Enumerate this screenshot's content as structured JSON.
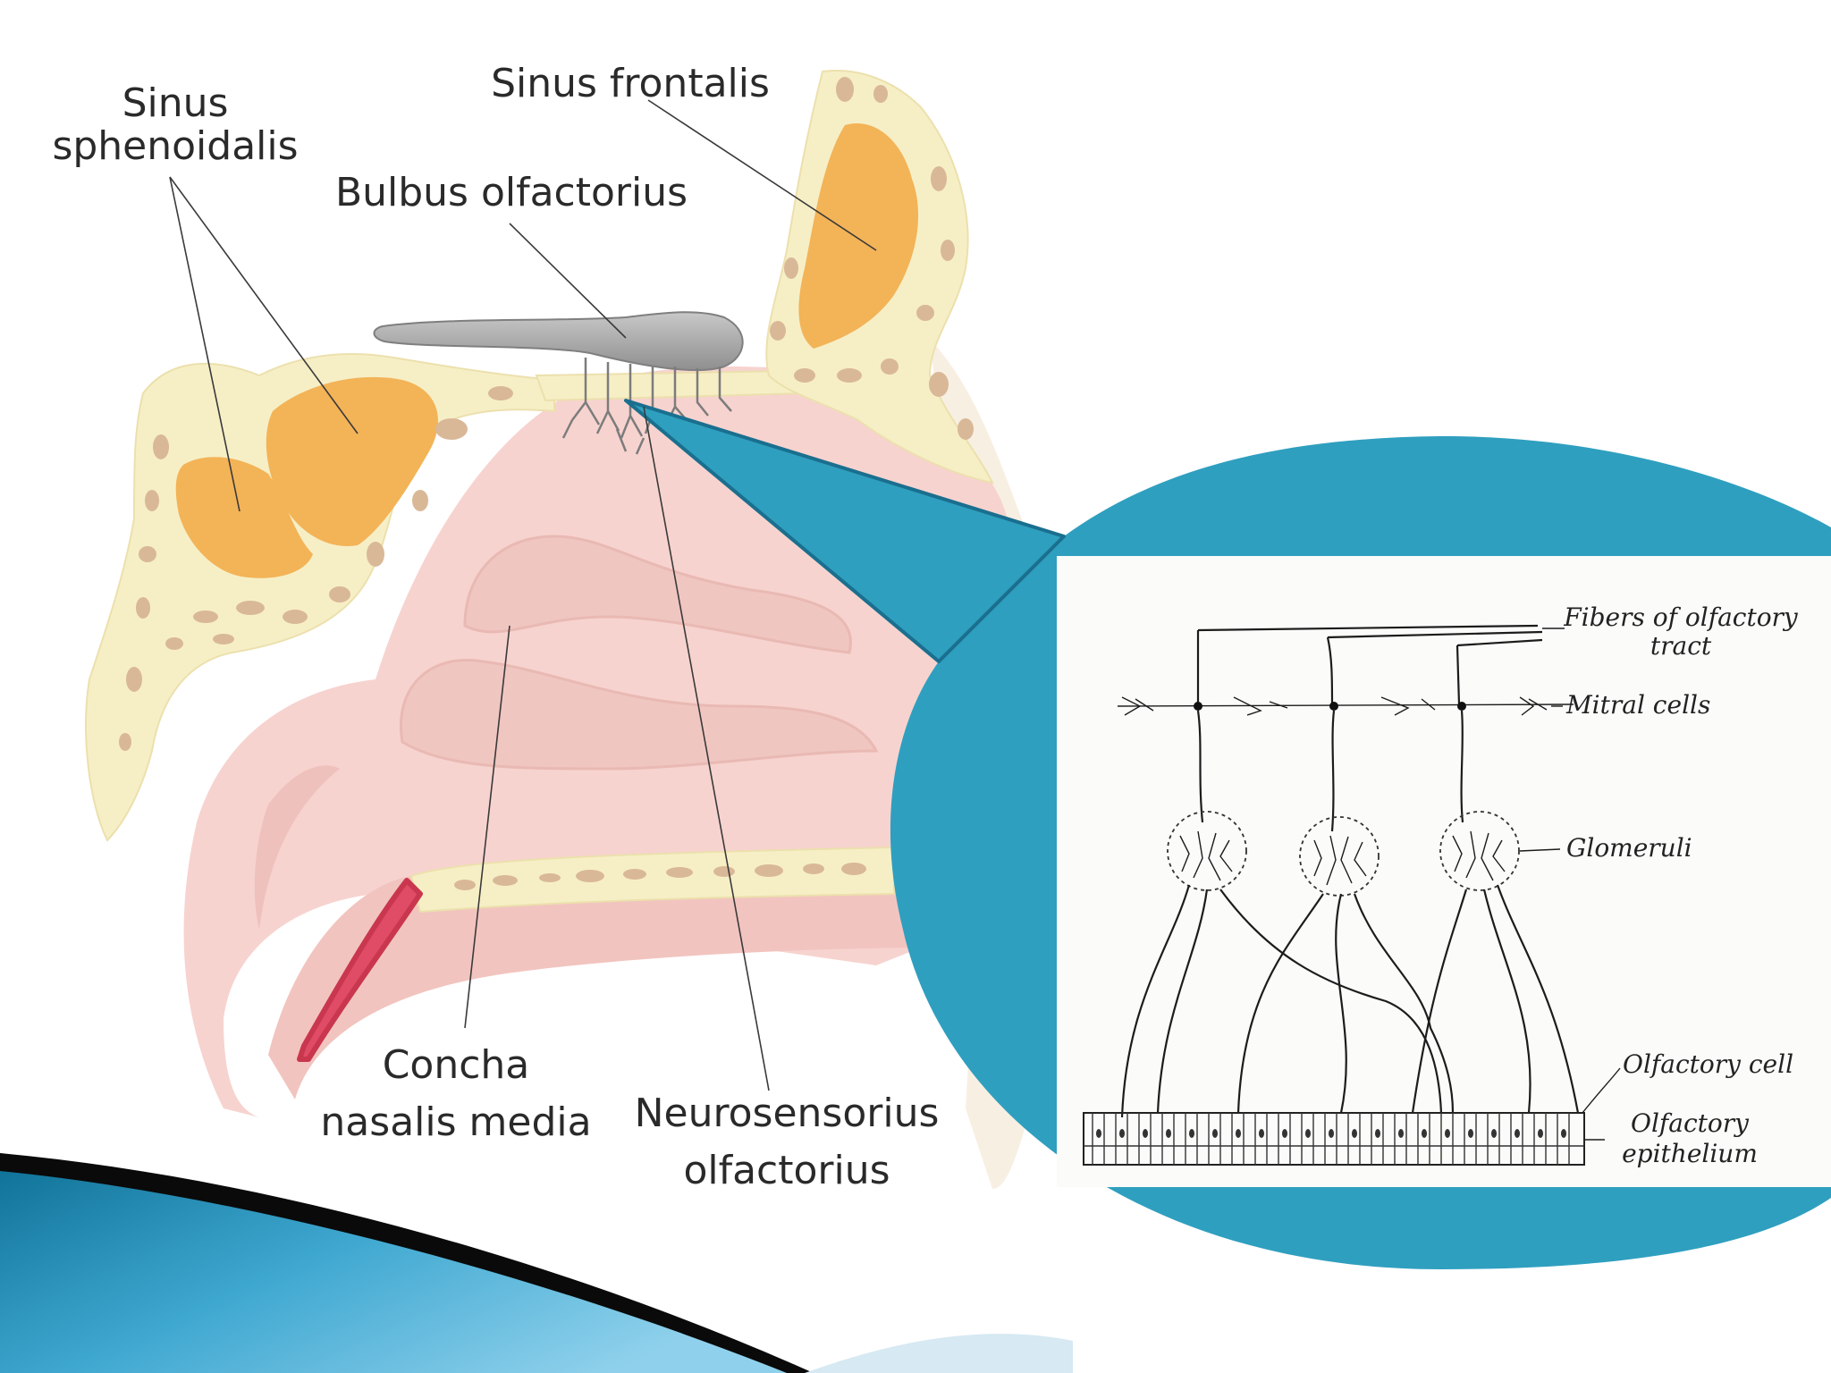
{
  "labels": {
    "sinus_sphenoidalis_line1": "Sinus",
    "sinus_sphenoidalis_line2": "sphenoidalis",
    "sinus_frontalis": "Sinus frontalis",
    "bulbus_olfactorius": "Bulbus olfactorius",
    "concha_line1": "Concha",
    "concha_line2": "nasalis media",
    "neuro_line1": "Neurosensorius",
    "neuro_line2": "olfactorius"
  },
  "inset": {
    "fibers_line1": "Fibers of olfactory",
    "fibers_line2": "tract",
    "mitral": "Mitral cells",
    "glomeruli": "Glomeruli",
    "olfactory_cell": "Olfactory cell",
    "epithelium_line1": "Olfactory",
    "epithelium_line2": "epithelium"
  },
  "colors": {
    "bone": "#f6efc6",
    "bone_outline": "#efe3b0",
    "sinus": "#f3b357",
    "mucosa": "#f7d3cf",
    "mucosa_dark": "#ecbdb8",
    "bulb": "#a9a9a9",
    "callout": "#2f9fbf",
    "red_tissue": "#e04b66",
    "slide_bar": "#1f86b0"
  }
}
